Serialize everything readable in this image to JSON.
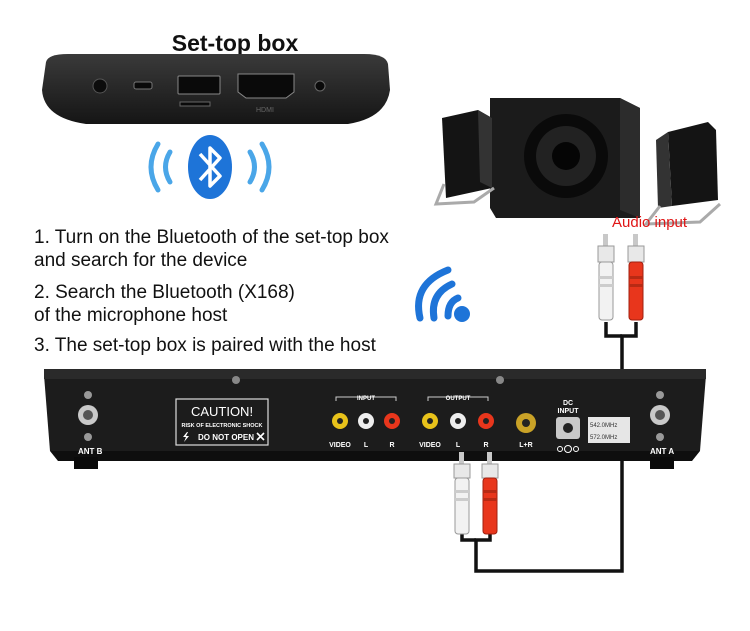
{
  "header": {
    "title": "Set-top box"
  },
  "steps": [
    {
      "line1": "1. Turn on the Bluetooth of the set-top box",
      "line2": "and search for the device"
    },
    {
      "line1": "2. Search the Bluetooth (X168)",
      "line2": "of the microphone host"
    },
    {
      "line1": "3. The set-top box is paired with the host"
    }
  ],
  "speaker": {
    "label": "Audio input",
    "label_color": "#e01616"
  },
  "settop_ports": {
    "hdmi": "HDMI"
  },
  "device_panel": {
    "caution": "CAUTION!",
    "risk": "RISK OF ELECTRONIC SHOCK",
    "do_not_open": "DO NOT OPEN",
    "input_group": "INPUT",
    "output_group": "OUTPUT",
    "video_in": "VIDEO",
    "l_in": "L",
    "r_in": "R",
    "video_out": "VIDEO",
    "l_out": "L",
    "r_out": "R",
    "lr": "L+R",
    "dc_line1": "DC",
    "dc_line2": "INPUT",
    "freq1": "542.0MHz",
    "freq2": "572.0MHz",
    "ant_b": "ANT B",
    "ant_a": "ANT A"
  },
  "colors": {
    "bluetooth": "#1e74d8",
    "wave": "#4aa6e8",
    "cable": "#111111",
    "rca_red": "#e8361c",
    "rca_white": "#f2f2f2"
  },
  "icons": [
    "bluetooth-icon",
    "signal-wave-icon",
    "wifi-signal-icon",
    "lightning-icon",
    "tools-icon",
    "speaker-icon"
  ]
}
